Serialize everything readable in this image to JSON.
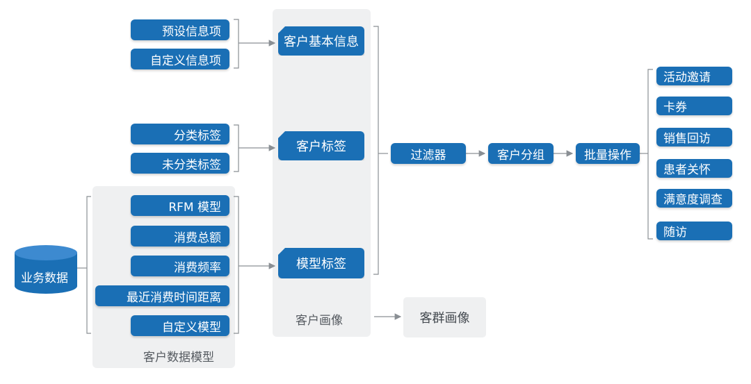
{
  "left_panel": {
    "label": "客户数据模型",
    "items": [
      "RFM 模型",
      "消费总额",
      "消费频率",
      "最近消费时间距离",
      "自定义模型"
    ]
  },
  "source": {
    "label": "业务数据"
  },
  "preset_group": [
    "预设信息项",
    "自定义信息项"
  ],
  "tag_group": [
    "分类标签",
    "未分类标签"
  ],
  "profile_panel": {
    "label": "客户画像",
    "tags": [
      "客户基本信息",
      "客户标签",
      "模型标签"
    ]
  },
  "group_profile": {
    "label": "客群画像"
  },
  "pipeline": [
    "过滤器",
    "客户分组",
    "批量操作"
  ],
  "actions": [
    "活动邀请",
    "卡券",
    "销售回访",
    "患者关怀",
    "满意度调查",
    "随访"
  ],
  "colors": {
    "primary": "#1a6fb5",
    "panel": "#eff0f1",
    "line": "#8a8f94"
  }
}
